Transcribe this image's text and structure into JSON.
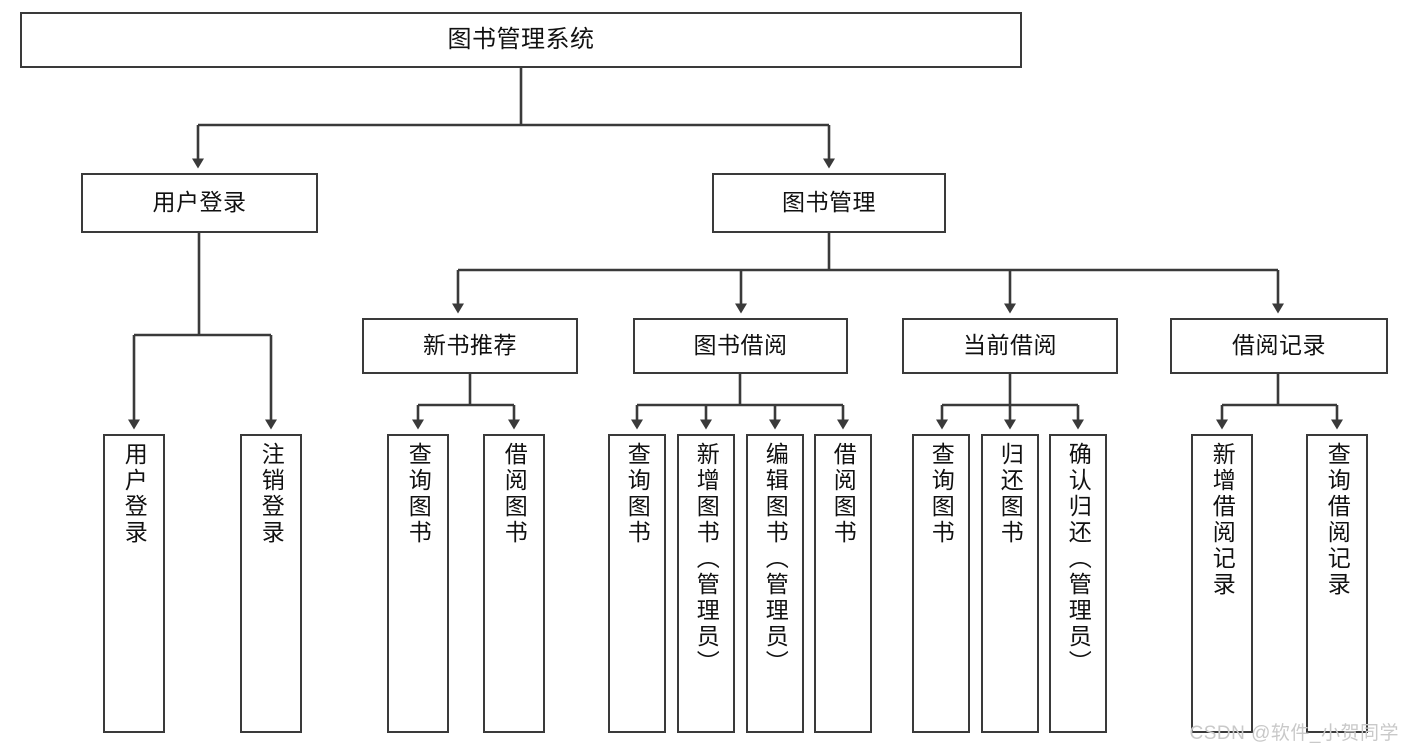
{
  "diagram": {
    "title": "图书管理系统",
    "watermark": "CSDN @软件_小贺同学",
    "line_color": "#3a3a3a",
    "box_fill": "#ffffff",
    "text_color": "#111111",
    "watermark_color": "#c9c9c9",
    "root": {
      "label": "图书管理系统"
    },
    "level2": [
      {
        "label": "用户登录"
      },
      {
        "label": "图书管理"
      }
    ],
    "level3": [
      {
        "label": "新书推荐"
      },
      {
        "label": "图书借阅"
      },
      {
        "label": "当前借阅"
      },
      {
        "label": "借阅记录"
      }
    ],
    "leaves": {
      "user_login": [
        {
          "label": "用户登录"
        },
        {
          "label": "注销登录"
        }
      ],
      "new_book_recommend": [
        {
          "label": "查询图书"
        },
        {
          "label": "借阅图书"
        }
      ],
      "book_borrow": [
        {
          "label": "查询图书"
        },
        {
          "label": "新增图书（管理员）"
        },
        {
          "label": "编辑图书（管理员）"
        },
        {
          "label": "借阅图书"
        }
      ],
      "current_borrow": [
        {
          "label": "查询图书"
        },
        {
          "label": "归还图书"
        },
        {
          "label": "确认归还（管理员）"
        }
      ],
      "borrow_record": [
        {
          "label": "新增借阅记录"
        },
        {
          "label": "查询借阅记录"
        }
      ]
    }
  }
}
